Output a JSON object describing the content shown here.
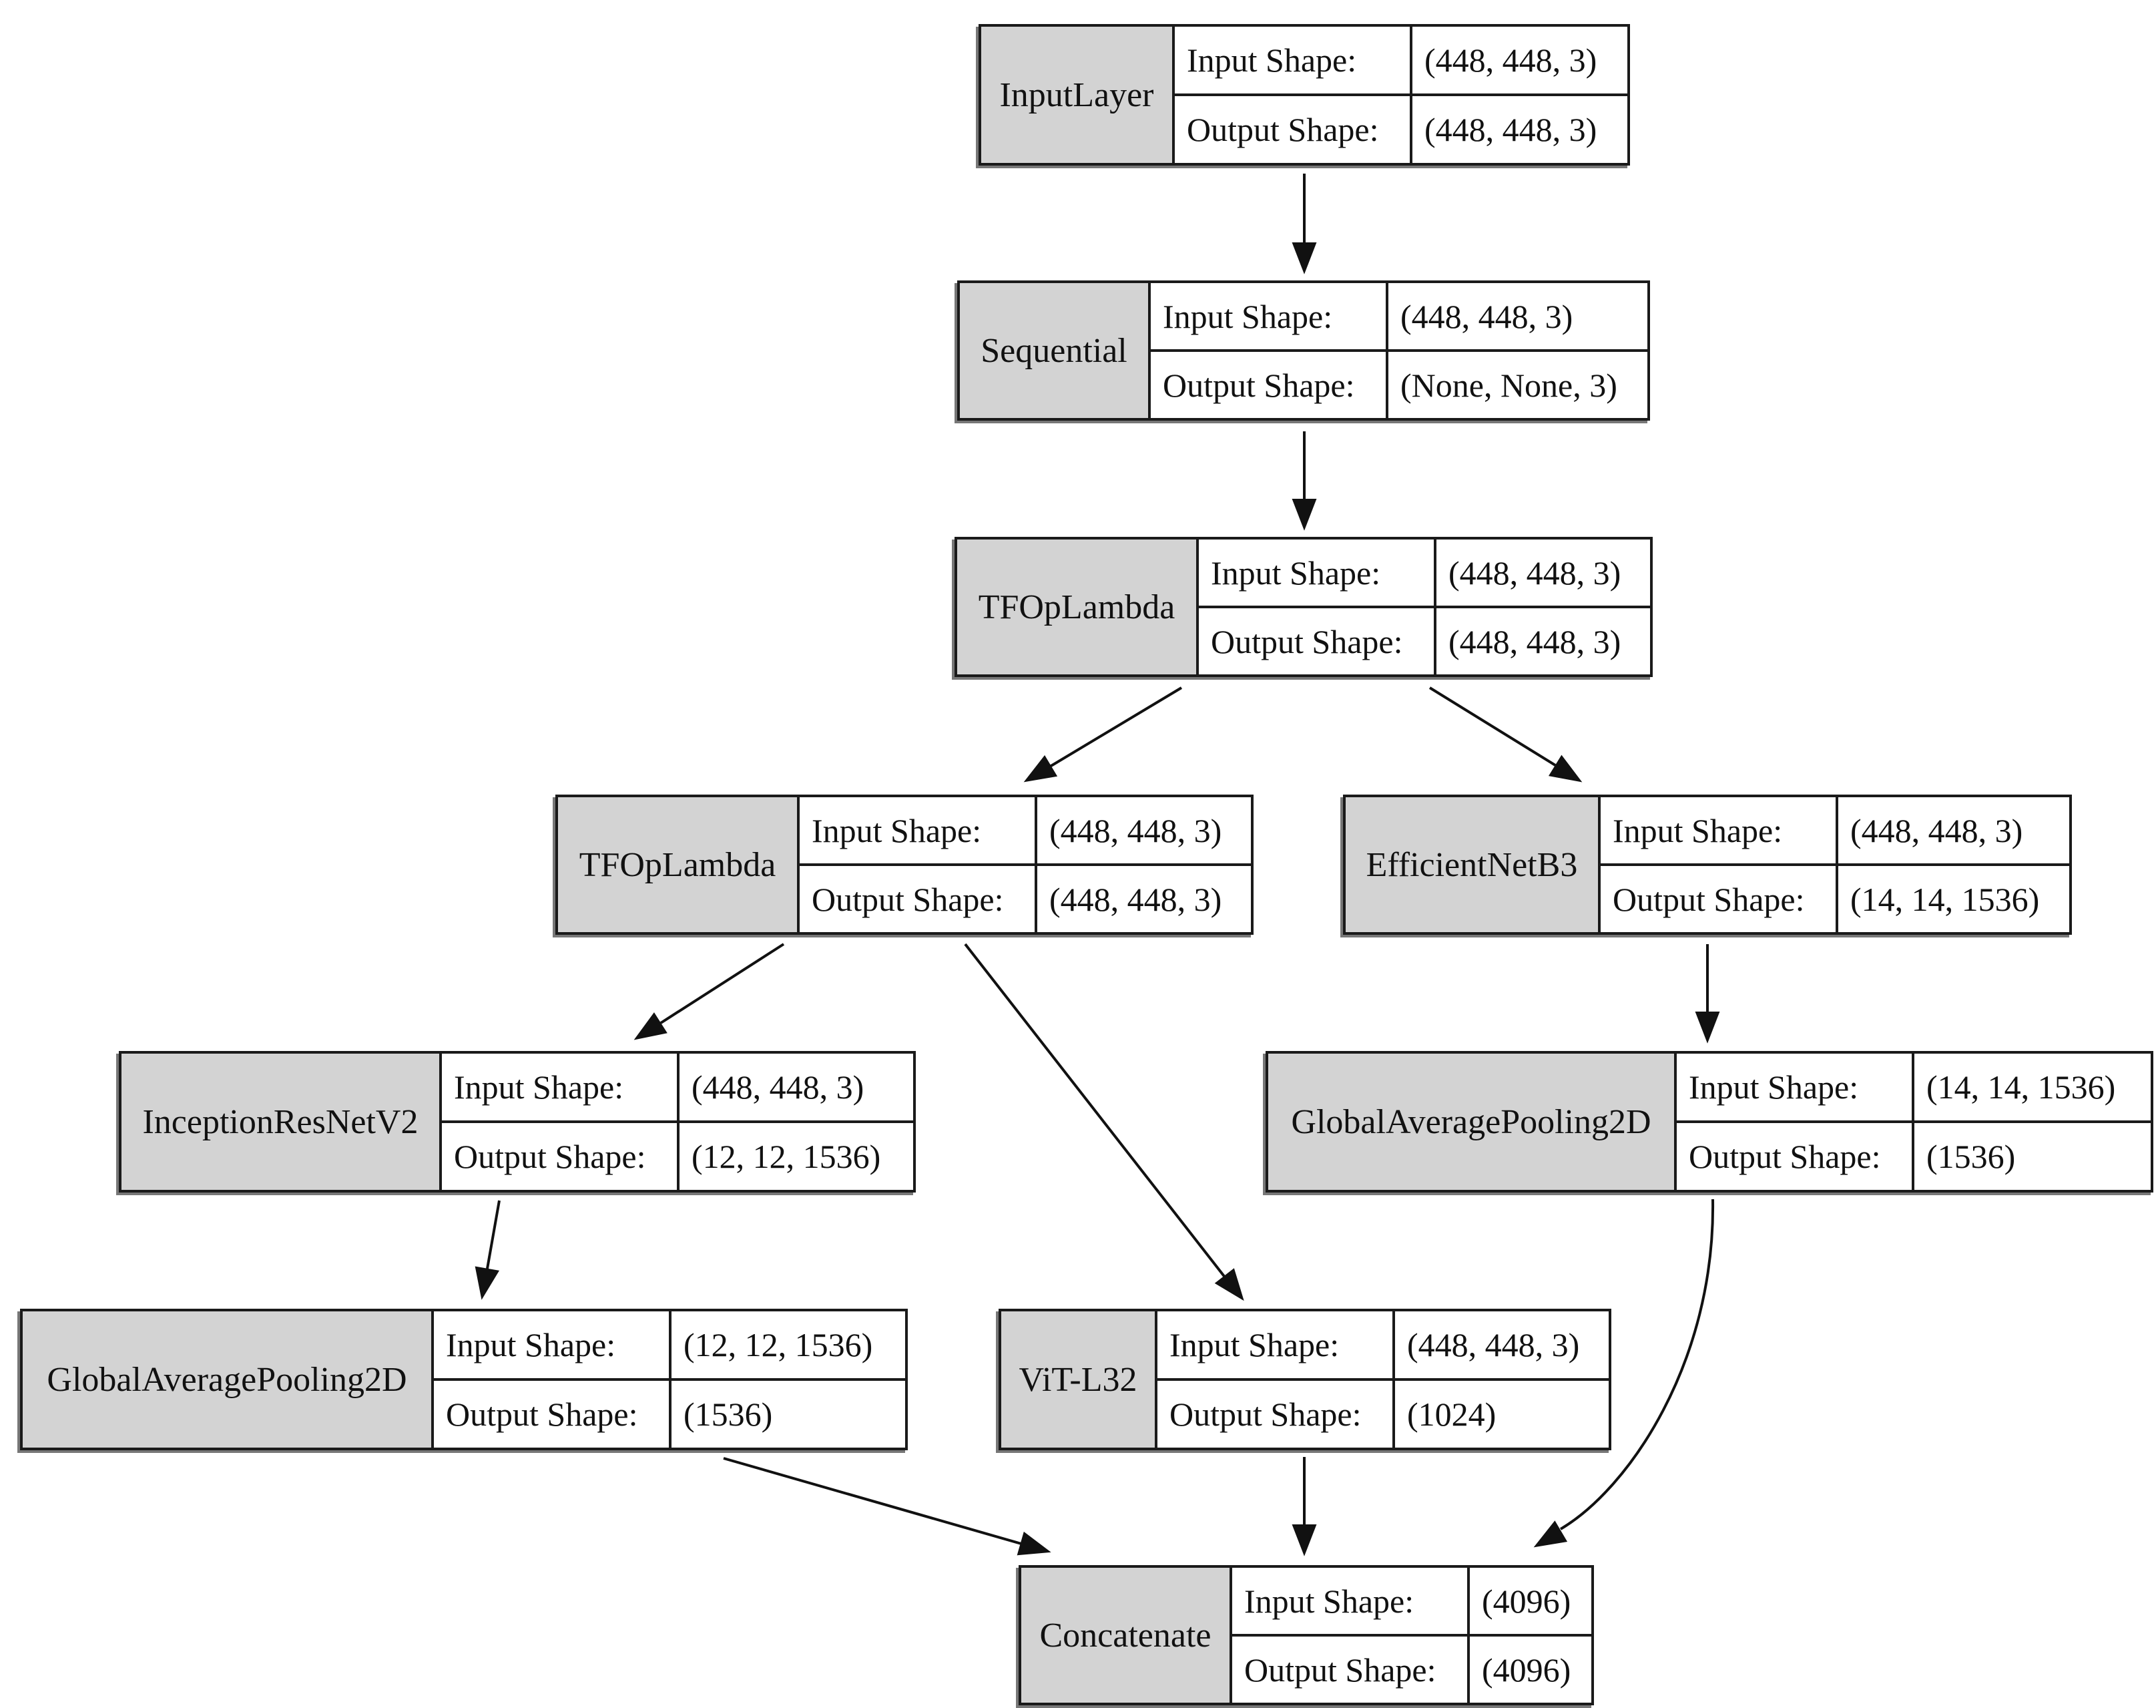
{
  "nodes": [
    {
      "id": "input-layer",
      "name": "InputLayer",
      "input_label": "Input Shape:",
      "input_shape": "(448, 448, 3)",
      "output_label": "Output Shape:",
      "output_shape": "(448, 448, 3)"
    },
    {
      "id": "sequential",
      "name": "Sequential",
      "input_label": "Input Shape:",
      "input_shape": "(448, 448, 3)",
      "output_label": "Output Shape:",
      "output_shape": "(None, None, 3)"
    },
    {
      "id": "tfoplambda-1",
      "name": "TFOpLambda",
      "input_label": "Input Shape:",
      "input_shape": "(448, 448, 3)",
      "output_label": "Output Shape:",
      "output_shape": "(448, 448, 3)"
    },
    {
      "id": "tfoplambda-2",
      "name": "TFOpLambda",
      "input_label": "Input Shape:",
      "input_shape": "(448, 448, 3)",
      "output_label": "Output Shape:",
      "output_shape": "(448, 448, 3)"
    },
    {
      "id": "efficientnetb3",
      "name": "EfficientNetB3",
      "input_label": "Input Shape:",
      "input_shape": "(448, 448, 3)",
      "output_label": "Output Shape:",
      "output_shape": "(14, 14, 1536)"
    },
    {
      "id": "inceptionresnetv2",
      "name": "InceptionResNetV2",
      "input_label": "Input Shape:",
      "input_shape": "(448, 448, 3)",
      "output_label": "Output Shape:",
      "output_shape": "(12, 12, 1536)"
    },
    {
      "id": "gap-right",
      "name": "GlobalAveragePooling2D",
      "input_label": "Input Shape:",
      "input_shape": "(14, 14, 1536)",
      "output_label": "Output Shape:",
      "output_shape": "(1536)"
    },
    {
      "id": "gap-left",
      "name": "GlobalAveragePooling2D",
      "input_label": "Input Shape:",
      "input_shape": "(12, 12, 1536)",
      "output_label": "Output Shape:",
      "output_shape": "(1536)"
    },
    {
      "id": "vit-l32",
      "name": "ViT-L32",
      "input_label": "Input Shape:",
      "input_shape": "(448, 448, 3)",
      "output_label": "Output Shape:",
      "output_shape": "(1024)"
    },
    {
      "id": "concatenate",
      "name": "Concatenate",
      "input_label": "Input Shape:",
      "input_shape": "(4096)",
      "output_label": "Output Shape:",
      "output_shape": "(4096)"
    }
  ],
  "edges": [
    {
      "from": "input-layer",
      "to": "sequential"
    },
    {
      "from": "sequential",
      "to": "tfoplambda-1"
    },
    {
      "from": "tfoplambda-1",
      "to": "tfoplambda-2"
    },
    {
      "from": "tfoplambda-1",
      "to": "efficientnetb3"
    },
    {
      "from": "tfoplambda-2",
      "to": "inceptionresnetv2"
    },
    {
      "from": "tfoplambda-2",
      "to": "vit-l32"
    },
    {
      "from": "efficientnetb3",
      "to": "gap-right"
    },
    {
      "from": "inceptionresnetv2",
      "to": "gap-left"
    },
    {
      "from": "gap-left",
      "to": "concatenate"
    },
    {
      "from": "vit-l32",
      "to": "concatenate"
    },
    {
      "from": "gap-right",
      "to": "concatenate"
    }
  ]
}
